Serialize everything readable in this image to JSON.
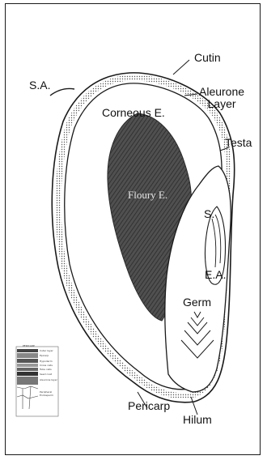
{
  "labels": {
    "cutin": "Cutin",
    "sa": "S.A.",
    "aleurone": [
      "Aleurone",
      "Layer"
    ],
    "corneous": "Corneous E.",
    "testa": "Testa",
    "floury": "Floury E.",
    "s": "S.",
    "ea": "E.A.",
    "germ": "Germ",
    "pericarp": "Pericarp",
    "hilum": "Hilum"
  },
  "inset": {
    "title": "PERICARP",
    "layers": [
      "Cuter layer",
      "Epicarp",
      "Hypoderm",
      "Cross cells",
      "Tube cells",
      "Seed coat",
      "Aleurone layer",
      "Peripheral",
      "Endosperm"
    ]
  }
}
